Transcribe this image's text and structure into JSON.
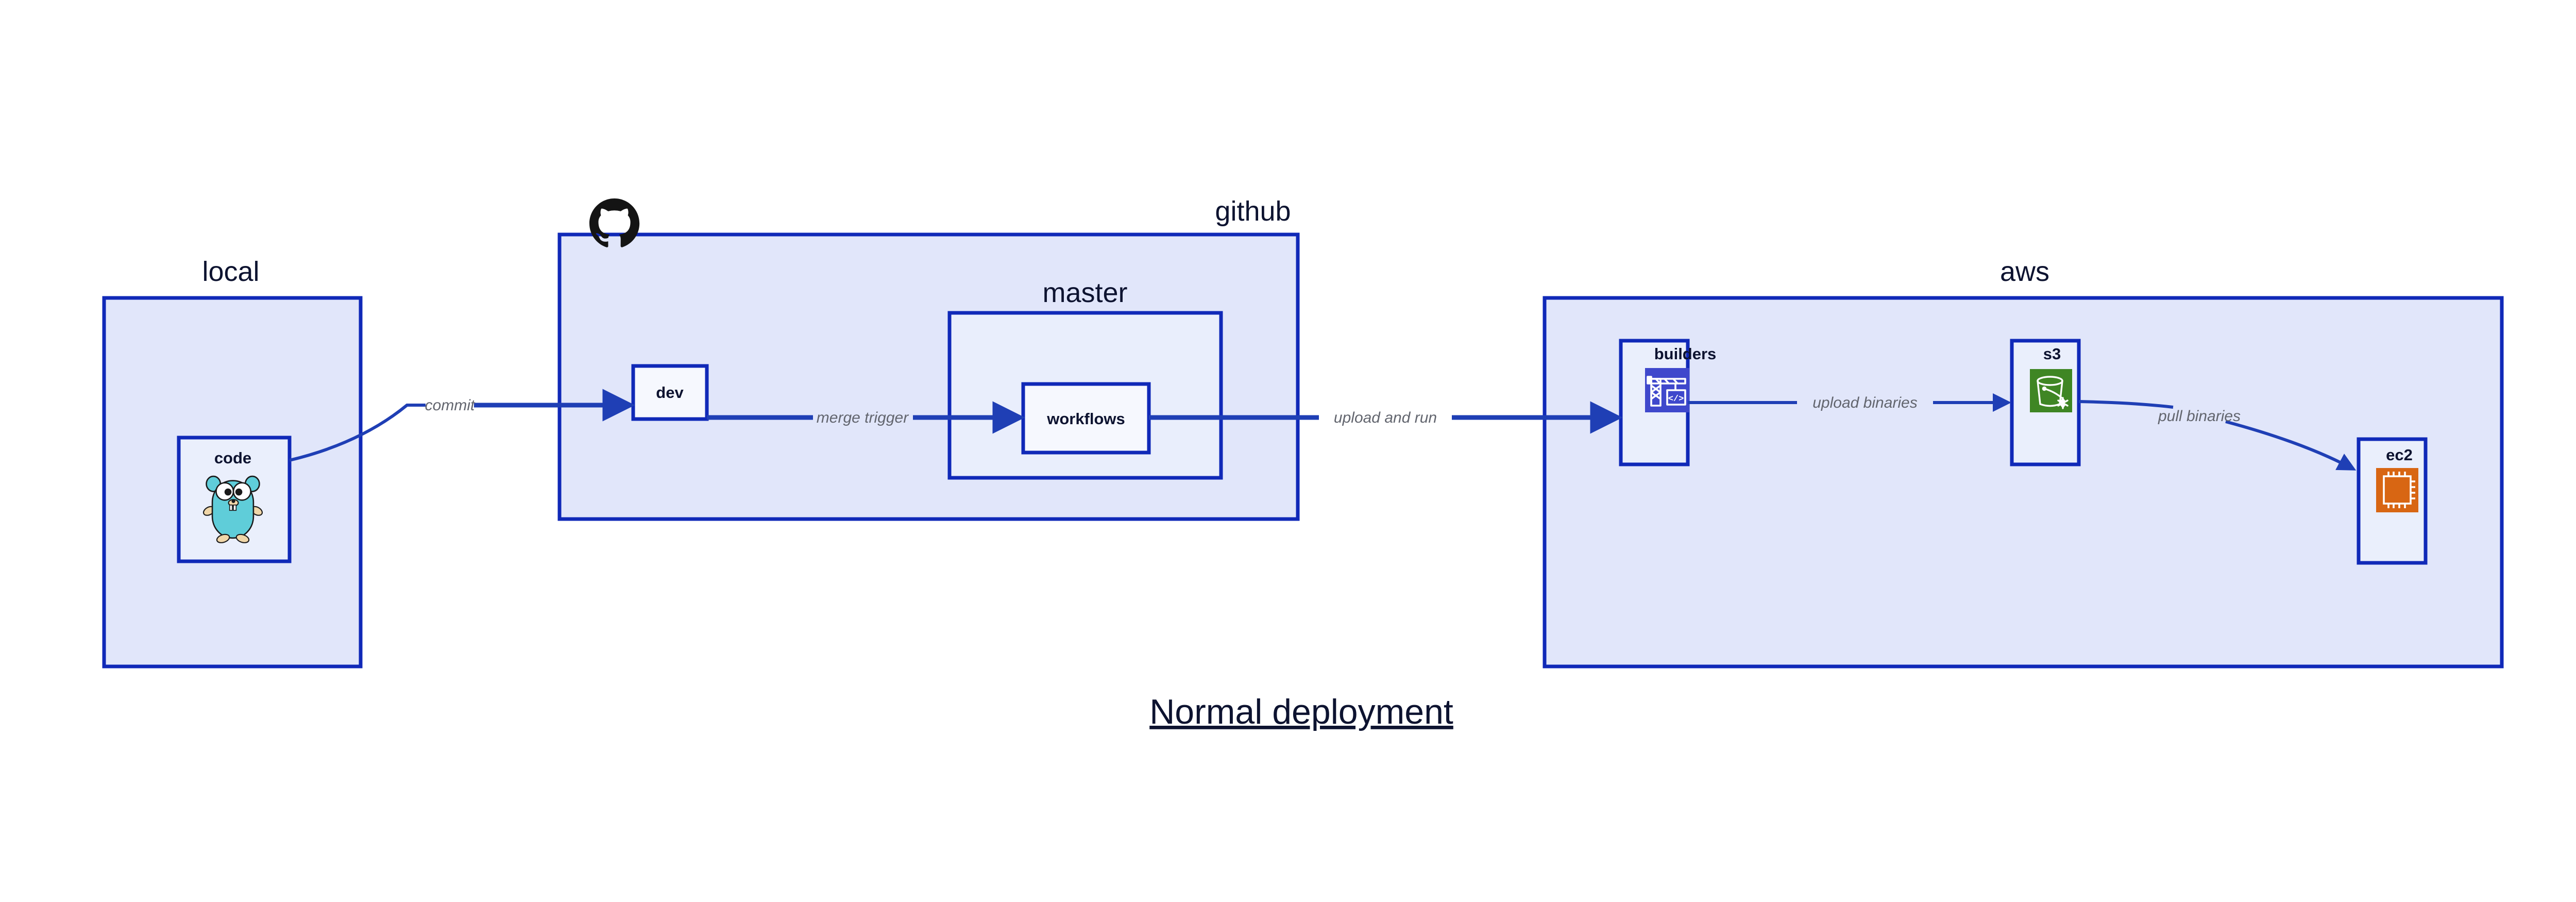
{
  "diagram": {
    "title": "Normal deployment",
    "groups": [
      {
        "id": "local",
        "label": "local"
      },
      {
        "id": "github",
        "label": "github"
      },
      {
        "id": "master",
        "label": "master"
      },
      {
        "id": "aws",
        "label": "aws"
      }
    ],
    "nodes": [
      {
        "id": "code",
        "label": "code",
        "icon": "go-gopher-icon"
      },
      {
        "id": "dev",
        "label": "dev",
        "icon": "none"
      },
      {
        "id": "workflows",
        "label": "workflows",
        "icon": "none"
      },
      {
        "id": "builders",
        "label": "builders",
        "icon": "aws-codebuild-icon"
      },
      {
        "id": "s3",
        "label": "s3",
        "icon": "aws-s3-glacier-icon"
      },
      {
        "id": "ec2",
        "label": "ec2",
        "icon": "aws-ec2-icon"
      }
    ],
    "edges": [
      {
        "id": "code-dev",
        "from": "code",
        "to": "dev",
        "label": "commit"
      },
      {
        "id": "dev-workflows",
        "from": "dev",
        "to": "workflows",
        "label": "merge trigger"
      },
      {
        "id": "workflows-build",
        "from": "workflows",
        "to": "builders",
        "label": "upload and run"
      },
      {
        "id": "builders-s3",
        "from": "builders",
        "to": "s3",
        "label": "upload binaries"
      },
      {
        "id": "s3-ec2",
        "from": "s3",
        "to": "ec2",
        "label": "pull binaries"
      }
    ],
    "logos": [
      {
        "id": "github-logo",
        "name": "github-octocat-icon"
      }
    ]
  },
  "colors": {
    "group_fill": "#e1e6fa",
    "group_fill_inner": "#e9eefc",
    "node_fill": "#eaeffc",
    "border": "#1029b8",
    "edge": "#1f3fb5",
    "edge_label": "#62656e",
    "text": "#0d1330",
    "codebuild": "#3f48cc",
    "s3_glacier": "#3f8624",
    "ec2": "#d86613",
    "gopher": "#5fcdd9",
    "github": "#141414",
    "background": "#ffffff"
  }
}
